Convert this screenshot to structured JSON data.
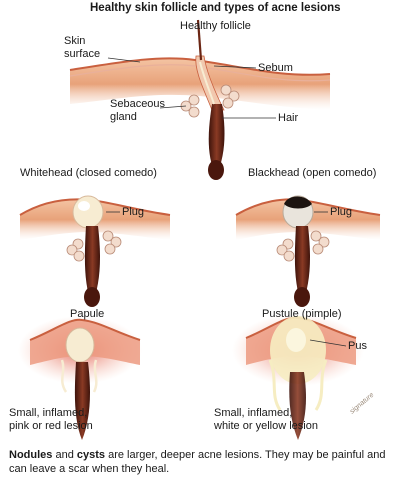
{
  "title": "Healthy skin follicle and types of acne lesions",
  "healthy": {
    "heading": "Healthy follicle",
    "labels": {
      "skin_surface_1": "Skin",
      "skin_surface_2": "surface",
      "sebum": "Sebum",
      "sebaceous_1": "Sebaceous",
      "sebaceous_2": "gland",
      "hair": "Hair"
    }
  },
  "whitehead": {
    "heading": "Whitehead (closed comedo)",
    "plug": "Plug"
  },
  "blackhead": {
    "heading": "Blackhead (open comedo)",
    "plug": "Plug"
  },
  "papule": {
    "heading": "Papule",
    "desc_1": "Small, inflamed,",
    "desc_2": "pink or red lesion"
  },
  "pustule": {
    "heading": "Pustule (pimple)",
    "pus": "Pus",
    "desc_1": "Small, inflamed,",
    "desc_2": "white or yellow lesion"
  },
  "caption": {
    "bold_1": "Nodules",
    "text_1": " and ",
    "bold_2": "cysts",
    "text_2": " are larger, deeper acne lesions. They may be painful and can leave a scar when they heal."
  },
  "colors": {
    "skin": "#e8a27a",
    "skin_dark": "#c9603f",
    "inflamed": "#e05a4a",
    "hair": "#5a1e12",
    "gland": "#f3dccd",
    "sebum": "#f7ecd2",
    "pus": "#f6edc2"
  }
}
